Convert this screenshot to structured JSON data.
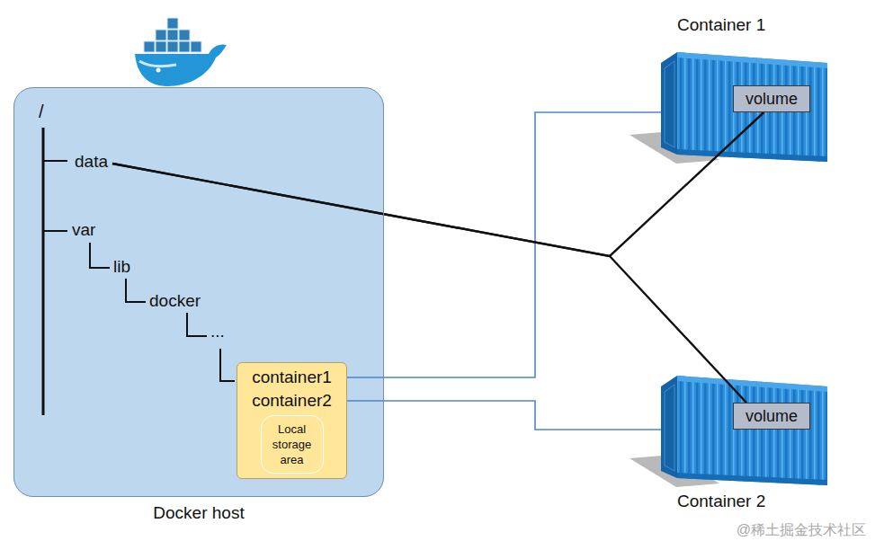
{
  "diagram": {
    "nodes": [
      {
        "text": [
          "Docker host"
        ]
      },
      {
        "text": [
          "data"
        ],
        "in": 0
      },
      {
        "text": [
          "container1",
          "container2"
        ],
        "in": 0
      },
      {
        "text": [
          "Local storage area"
        ],
        "in": 2
      },
      {
        "text": [
          "Container 1"
        ]
      },
      {
        "text": [
          "volume"
        ],
        "in": 4
      },
      {
        "text": [
          "Container 2"
        ]
      },
      {
        "text": [
          "volume"
        ],
        "in": 6
      }
    ],
    "edges": [
      {
        "from": 2,
        "to": 4,
        "arrow": "none"
      },
      {
        "from": 2,
        "to": 6,
        "arrow": "none"
      },
      {
        "from": 1,
        "to": 5,
        "arrow": "none"
      },
      {
        "from": 1,
        "to": 7,
        "arrow": "none"
      }
    ],
    "labels": [
      "/",
      "var",
      "lib",
      "docker",
      "...",
      "@稀土掘金技术社区"
    ]
  }
}
